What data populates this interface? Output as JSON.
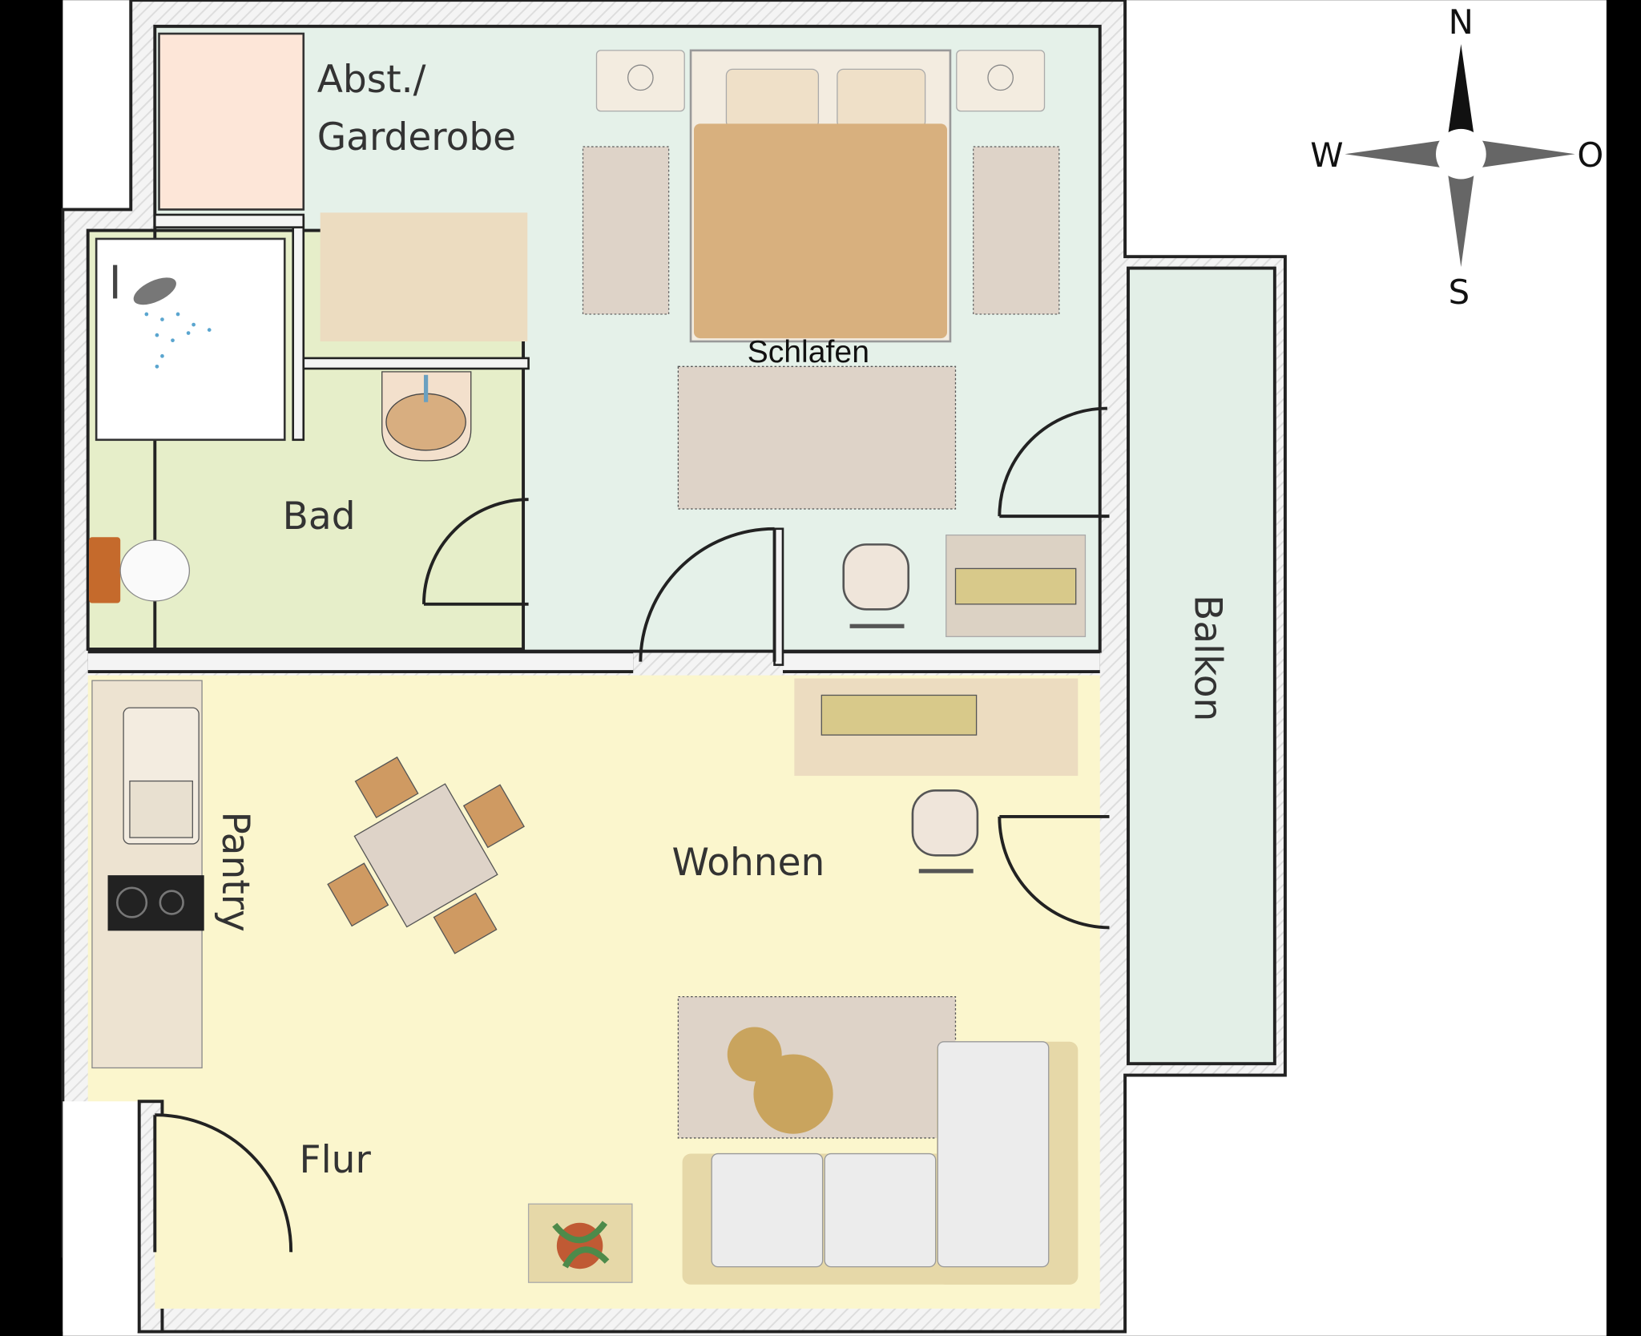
{
  "rooms": {
    "storage": "Abst./",
    "storage_line2": "Garderobe",
    "bedroom": "Schlafen",
    "bathroom": "Bad",
    "living": "Wohnen",
    "pantry": "Pantry",
    "hallway": "Flur",
    "balcony": "Balkon"
  },
  "compass": {
    "north": "N",
    "west": "W",
    "east": "O",
    "south": "S"
  },
  "colors": {
    "bedroom": "#e5f1e9",
    "bathroom": "#e6eec9",
    "living": "#fbf6cd",
    "balcony": "#e3efe7",
    "storage": "#fde6d8",
    "bed": "#d8b07e"
  }
}
